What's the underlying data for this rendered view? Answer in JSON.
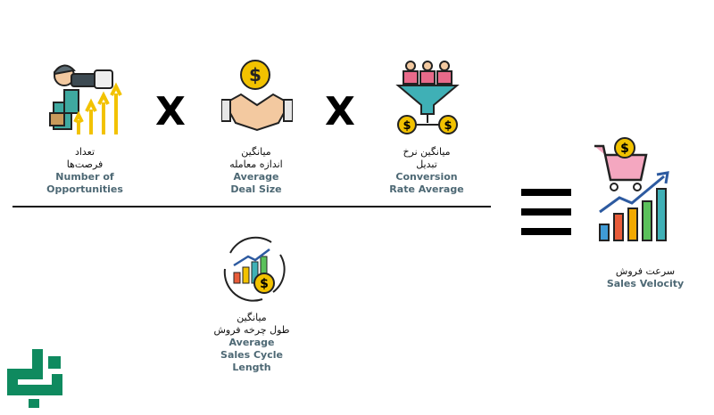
{
  "numerator": [
    {
      "icon": "binoculars-growth-icon",
      "en": [
        "Number of",
        "Opportunities"
      ],
      "fa": [
        "تعداد",
        "فرصت‌ها"
      ]
    },
    {
      "icon": "handshake-deal-icon",
      "en": [
        "Average",
        "Deal Size"
      ],
      "fa": [
        "میانگین",
        "اندازه معامله"
      ]
    },
    {
      "icon": "conversion-funnel-icon",
      "en": [
        "Conversion",
        "Rate Average"
      ],
      "fa": [
        "میانگین نرخ",
        "تبدیل"
      ]
    }
  ],
  "operators": {
    "multiply": "X",
    "equals": "="
  },
  "denominator": {
    "icon": "sales-cycle-icon",
    "en": [
      "Average",
      "Sales Cycle",
      "Length"
    ],
    "fa": [
      "میانگین",
      "طول چرخه فروش",
      ""
    ]
  },
  "result": {
    "icon": "sales-chart-cart-icon",
    "en": "Sales Velocity",
    "fa": "سرعت فروش"
  },
  "logo": {
    "text": "دیتاک"
  },
  "colors": {
    "smudge": "#4d6874",
    "logo": "#0f8a5f"
  }
}
